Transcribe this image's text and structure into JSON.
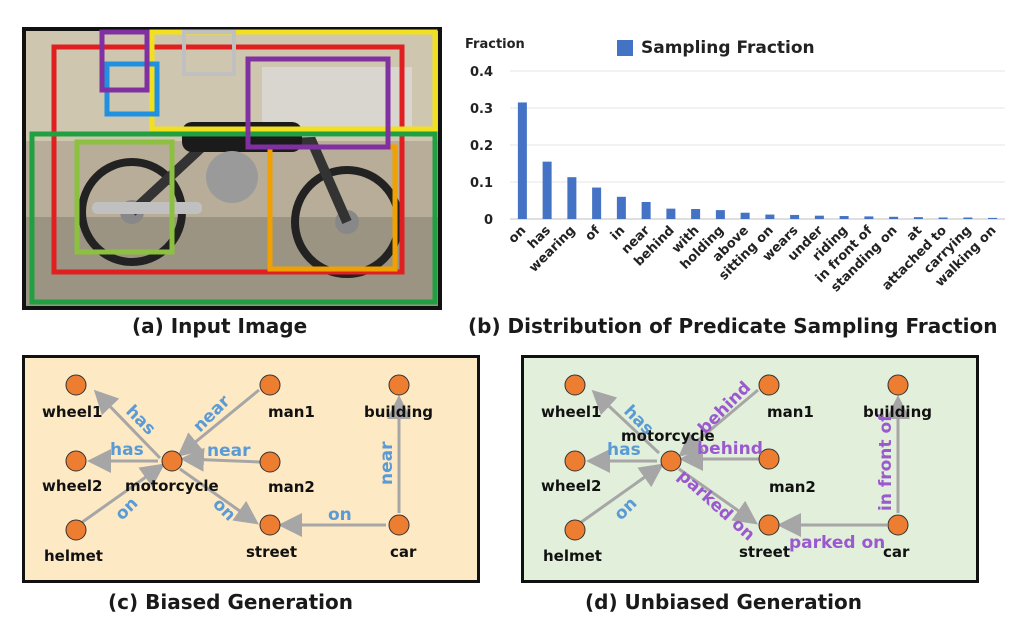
{
  "captions": {
    "a": "(a) Input Image",
    "b": "(b) Distribution of Predicate Sampling Fraction",
    "c": "(c) Biased Generation",
    "d": "(d) Unbiased Generation"
  },
  "photo_boxes": [
    {
      "color": "#e02020"
    },
    {
      "color": "#f0e020"
    },
    {
      "color": "#20a040"
    },
    {
      "color": "#8cc040"
    },
    {
      "color": "#f0a000"
    },
    {
      "color": "#2090e0"
    },
    {
      "color": "#8030a0"
    },
    {
      "color": "#8030a0"
    },
    {
      "color": "#c0c0c0"
    }
  ],
  "chart_data": {
    "type": "bar",
    "ylabel": "Fraction",
    "legend": "Sampling Fraction",
    "legend_position": "top",
    "grid": true,
    "ylim": [
      0,
      0.4
    ],
    "yticks": [
      "0",
      "0.1",
      "0.2",
      "0.3",
      "0.4"
    ],
    "bar_color": "#4472c4",
    "categories": [
      "on",
      "has",
      "wearing",
      "of",
      "in",
      "near",
      "behind",
      "with",
      "holding",
      "above",
      "sitting on",
      "wears",
      "under",
      "riding",
      "in front of",
      "standing on",
      "at",
      "attached to",
      "carrying",
      "walking on"
    ],
    "values": [
      0.315,
      0.155,
      0.113,
      0.085,
      0.06,
      0.046,
      0.028,
      0.027,
      0.024,
      0.017,
      0.012,
      0.011,
      0.009,
      0.008,
      0.007,
      0.006,
      0.005,
      0.004,
      0.004,
      0.003
    ]
  },
  "graph_c": {
    "bg": "#fde9c4",
    "nodes": {
      "wheel1": "wheel1",
      "wheel2": "wheel2",
      "helmet": "helmet",
      "motorcycle": "motorcycle",
      "man1": "man1",
      "man2": "man2",
      "street": "street",
      "building": "building",
      "car": "car"
    },
    "edges": {
      "wheel1": "has",
      "wheel2": "has",
      "helmet": "on",
      "man1": "near",
      "man2": "near",
      "street": "on",
      "car_street": "on",
      "car_building": "near"
    }
  },
  "graph_d": {
    "bg": "#e2efda",
    "nodes": {
      "wheel1": "wheel1",
      "wheel2": "wheel2",
      "helmet": "helmet",
      "motorcycle": "motorcycle",
      "man1": "man1",
      "man2": "man2",
      "street": "street",
      "building": "building",
      "car": "car"
    },
    "edges": {
      "wheel1": "has",
      "wheel2": "has",
      "helmet": "on",
      "man1": "behind",
      "man2": "behind",
      "street": "parked on",
      "car_street": "parked on",
      "car_building": "in front of"
    }
  },
  "colors": {
    "biased": "#5b9bd5",
    "unbiased": "#9b59d0",
    "node": "#ed7d31",
    "arrow": "#a6a6a6"
  }
}
